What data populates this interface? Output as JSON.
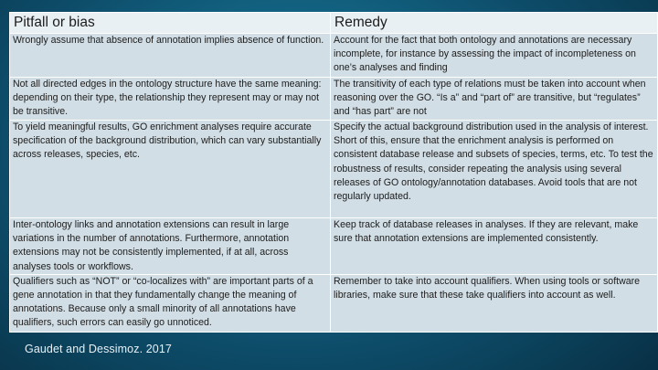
{
  "table": {
    "headers": {
      "pitfall": "Pitfall or bias",
      "remedy": "Remedy"
    },
    "rows": [
      {
        "pitfall": "Wrongly assume that absence of annotation implies absence of function.",
        "remedy": "Account for the fact that both ontology and annotations are necessary incomplete, for instance by assessing the impact of incompleteness on one’s analyses and finding"
      },
      {
        "pitfall": "Not all directed edges in the ontology structure have the same meaning: depending on their type, the relationship they represent may or may not be transitive.",
        "remedy": "The transitivity of each type of relations must be taken into account when reasoning over the GO. “Is a” and “part of” are transitive, but “regulates” and “has part” are not"
      },
      {
        "pitfall": "To yield meaningful results, GO enrichment analyses require accurate specification of the background distribution, which can vary substantially across releases, species, etc.",
        "remedy": "Specify the actual background distribution used in the analysis of interest. Short of this, ensure that the enrichment analysis is performed on consistent database release and subsets of species, terms, etc. To test the robustness of results, consider repeating the analysis using several releases of GO ontology/annotation databases. Avoid tools that are not regularly updated."
      },
      {
        "pitfall": "Inter-ontology links and annotation extensions can result in large variations in the number of annotations. Furthermore, annotation extensions may not be consistently implemented, if at all, across analyses tools or workflows.",
        "remedy": "Keep track of database releases in analyses. If they are relevant, make sure that annotation extensions are implemented consistently."
      },
      {
        "pitfall": "Qualifiers such as “NOT” or “co-localizes with” are important parts of a gene annotation in that they fundamentally change the meaning of annotations. Because only a small minority of all annotations have qualifiers, such errors can easily go unnoticed.",
        "remedy": "Remember to take into account qualifiers. When using tools or software libraries, make sure that these take qualifiers into account as well."
      }
    ]
  },
  "citation": "Gaudet and Dessimoz. 2017",
  "colors": {
    "background": "#146888",
    "header_cell": "#e9f0f4",
    "body_cell": "#d2dee5",
    "cell_border": "#ffffff",
    "citation_text": "#e6f1f6"
  }
}
